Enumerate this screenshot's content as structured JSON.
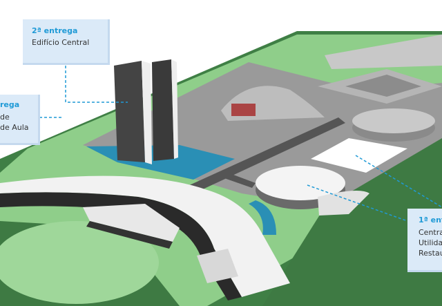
{
  "callouts": {
    "second": {
      "title": "2ª entrega",
      "lines": [
        "Edifício Central"
      ]
    },
    "left": {
      "title": "rega",
      "lines": [
        "de",
        "de Aula"
      ]
    },
    "first": {
      "title": "1ª ent",
      "lines": [
        "Centra",
        "Utilida",
        "Restau"
      ]
    }
  },
  "colors": {
    "accent": "#1f9ad6",
    "callout_bg": "#dbeaf8",
    "grass": "#3f7f45",
    "light_grass": "#9fd79a",
    "water": "#2a8fb5"
  }
}
